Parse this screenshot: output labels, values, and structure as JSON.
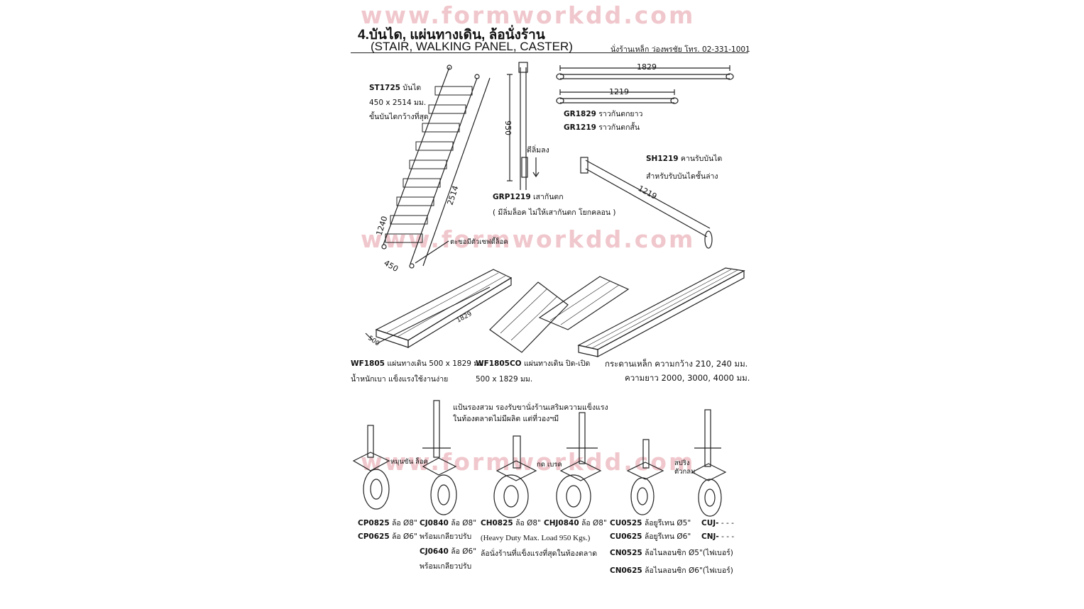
{
  "watermark": "www.formworkdd.com",
  "header": {
    "title": "4.บันได, แผ่นทางเดิน, ล้อนั่งร้าน",
    "subtitle": "(STAIR, WALKING PANEL, CASTER)",
    "contact": "นั่งร้านเหล็ก ว่องพรชัย โทร. 02-331-1001"
  },
  "stair": {
    "code": "ST1725",
    "name": "บันได",
    "size": "450 x 2514 มม.",
    "note": "ขั้นบันไดกว้างที่สุด",
    "dim_length": "2514",
    "dim_width": "450",
    "dim_small": "1240",
    "hook_note": "ตะขอมีตัวเซฟตี้ล็อค"
  },
  "post": {
    "code": "GRP1219",
    "name": "เสากันตก",
    "note": "( มีลิ่มล็อค ไม่ให้เสากันตก โยกคลอน )",
    "dim": "950",
    "wedge_note": "ตีลิ่มลง"
  },
  "guardrail": {
    "dim_long": "1829",
    "dim_short": "1219",
    "long_code": "GR1829",
    "long_name": "ราวกันตกยาว",
    "short_code": "GR1219",
    "short_name": "ราวกันตกสั้น"
  },
  "stair_holder": {
    "code": "SH1219",
    "name": "คานรับบันได",
    "note": "สำหรับรับบันไดชั้นล่าง",
    "dim": "1219"
  },
  "walk_panel": {
    "code": "WF1805",
    "desc": "แผ่นทางเดิน 500 x 1829 มม.",
    "note": "น้ำหนักเบา แข็งแรงใช้งานง่าย",
    "dim_length": "1829",
    "dim_width": "500"
  },
  "walk_panel_co": {
    "code": "WF1805CO",
    "desc": "แผ่นทางเดิน ปิด-เปิด",
    "size": "500 x 1829 มม."
  },
  "plank": {
    "line1": "กระดานเหล็ก ความกว้าง 210, 240 มม.",
    "line2": "ความยาว 2000, 3000, 4000 มม."
  },
  "caster_note": {
    "line1": "แป้นรองสวม รองรับขานั่งร้านเสริมความแข็งแรง",
    "line2": "ในท้องตลาดไม่มีผลิต แต่ที่วองฯมี"
  },
  "callouts": {
    "lock": "หมุนขัน ล็อค",
    "brake": "กด เบรค",
    "spring": "สปริง",
    "spring2": "ตัวกลม"
  },
  "casters": {
    "cp0825": {
      "code": "CP0825",
      "desc": "ล้อ Ø8\""
    },
    "cp0625": {
      "code": "CP0625",
      "desc": "ล้อ Ø6\""
    },
    "cj0840": {
      "code": "CJ0840",
      "desc": "ล้อ Ø8\"",
      "note": "พร้อมเกลียวปรับ"
    },
    "cj0640": {
      "code": "CJ0640",
      "desc": "ล้อ Ø6\"",
      "note": "พร้อมเกลียวปรับ"
    },
    "ch0825": {
      "code": "CH0825",
      "desc": "ล้อ Ø8\"",
      "note1": "(Heavy Duty Max. Load 950 Kgs.)",
      "note2": "ล้อนั่งร้านที่แข็งแรงที่สุดในท้องตลาด"
    },
    "chj0840": {
      "code": "CHJ0840",
      "desc": "ล้อ Ø8\""
    },
    "cu0525": {
      "code": "CU0525",
      "desc": "ล้อยูรีเทน Ø5\""
    },
    "cu0625": {
      "code": "CU0625",
      "desc": "ล้อยูรีเทน Ø6\""
    },
    "cn0525": {
      "code": "CN0525",
      "desc": "ล้อไนลอนซิก Ø5\"(ไฟเบอร์)"
    },
    "cn0625": {
      "code": "CN0625",
      "desc": "ล้อไนลอนซิก Ø6\"(ไฟเบอร์)"
    },
    "cuj": {
      "code": "CUJ-",
      "desc": "- - -"
    },
    "cnj": {
      "code": "CNJ-",
      "desc": "- - -"
    }
  }
}
